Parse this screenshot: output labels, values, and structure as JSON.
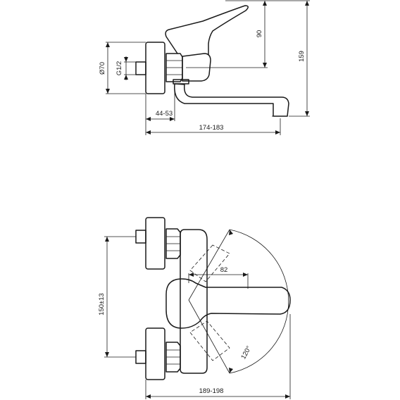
{
  "dimensions": {
    "diameter_label": "Ø70",
    "thread_label": "G1/2",
    "offset_label": "44-53",
    "projection_label": "174-183",
    "lever_height_label": "90",
    "total_height_label": "159",
    "centers_label": "150±13",
    "lever_length_label": "82",
    "swing_angle_label": "120°",
    "total_width_label": "189-198"
  },
  "colors": {
    "line": "#1a1a1a",
    "background": "#ffffff"
  }
}
